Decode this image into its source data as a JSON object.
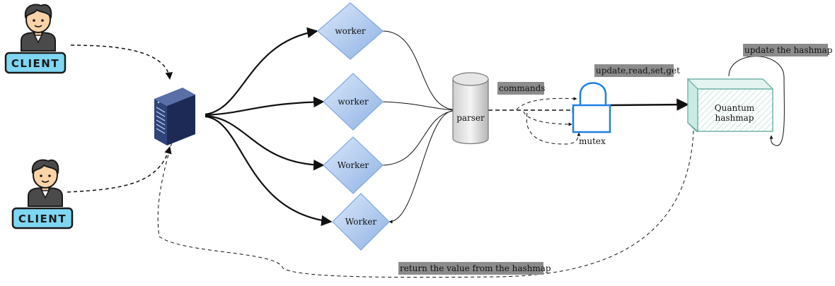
{
  "clients": [
    {
      "label": "CLIENT"
    },
    {
      "label": "CLIENT"
    }
  ],
  "workers": [
    {
      "label": "worker"
    },
    {
      "label": "worker"
    },
    {
      "label": "Worker"
    },
    {
      "label": "Worker"
    }
  ],
  "parser": {
    "label": "parser"
  },
  "commands_label": "commands",
  "mutex": {
    "label": "mutex",
    "ops_label": "update,read,set,get"
  },
  "hashmap": {
    "label_line1": "Quantum",
    "label_line2": "hashmap",
    "update_label": "update the hashmap"
  },
  "return_label": "return the value from the hashmap",
  "colors": {
    "worker_fill": "#a9c4eb",
    "worker_stroke": "#7ea6e0",
    "server_fill": "#2c3e73",
    "lock_stroke": "#1f7fe0",
    "hashmap_stroke": "#67ab9f",
    "client_badge": "#7fd6f2"
  }
}
